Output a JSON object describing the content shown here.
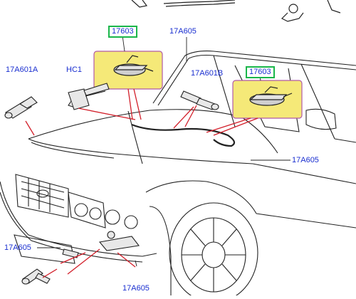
{
  "diagram": {
    "callouts": {
      "part_17603_left": "17603",
      "part_17603_right": "17603",
      "part_17a605_top": "17A605",
      "part_17a601a": "17A601A",
      "part_hc1": "HC1",
      "part_17a601b": "17A601B",
      "part_17a605_right": "17A605",
      "part_17a605_left": "17A605",
      "part_17a605_bottom": "17A605"
    },
    "colors": {
      "label_text": "#1a2fd0",
      "label_frame": "#19b64a",
      "highlight_fill": "#f5e978",
      "highlight_border": "#b15aa6",
      "leader_line": "#d21f2a",
      "outline": "#222222"
    }
  }
}
